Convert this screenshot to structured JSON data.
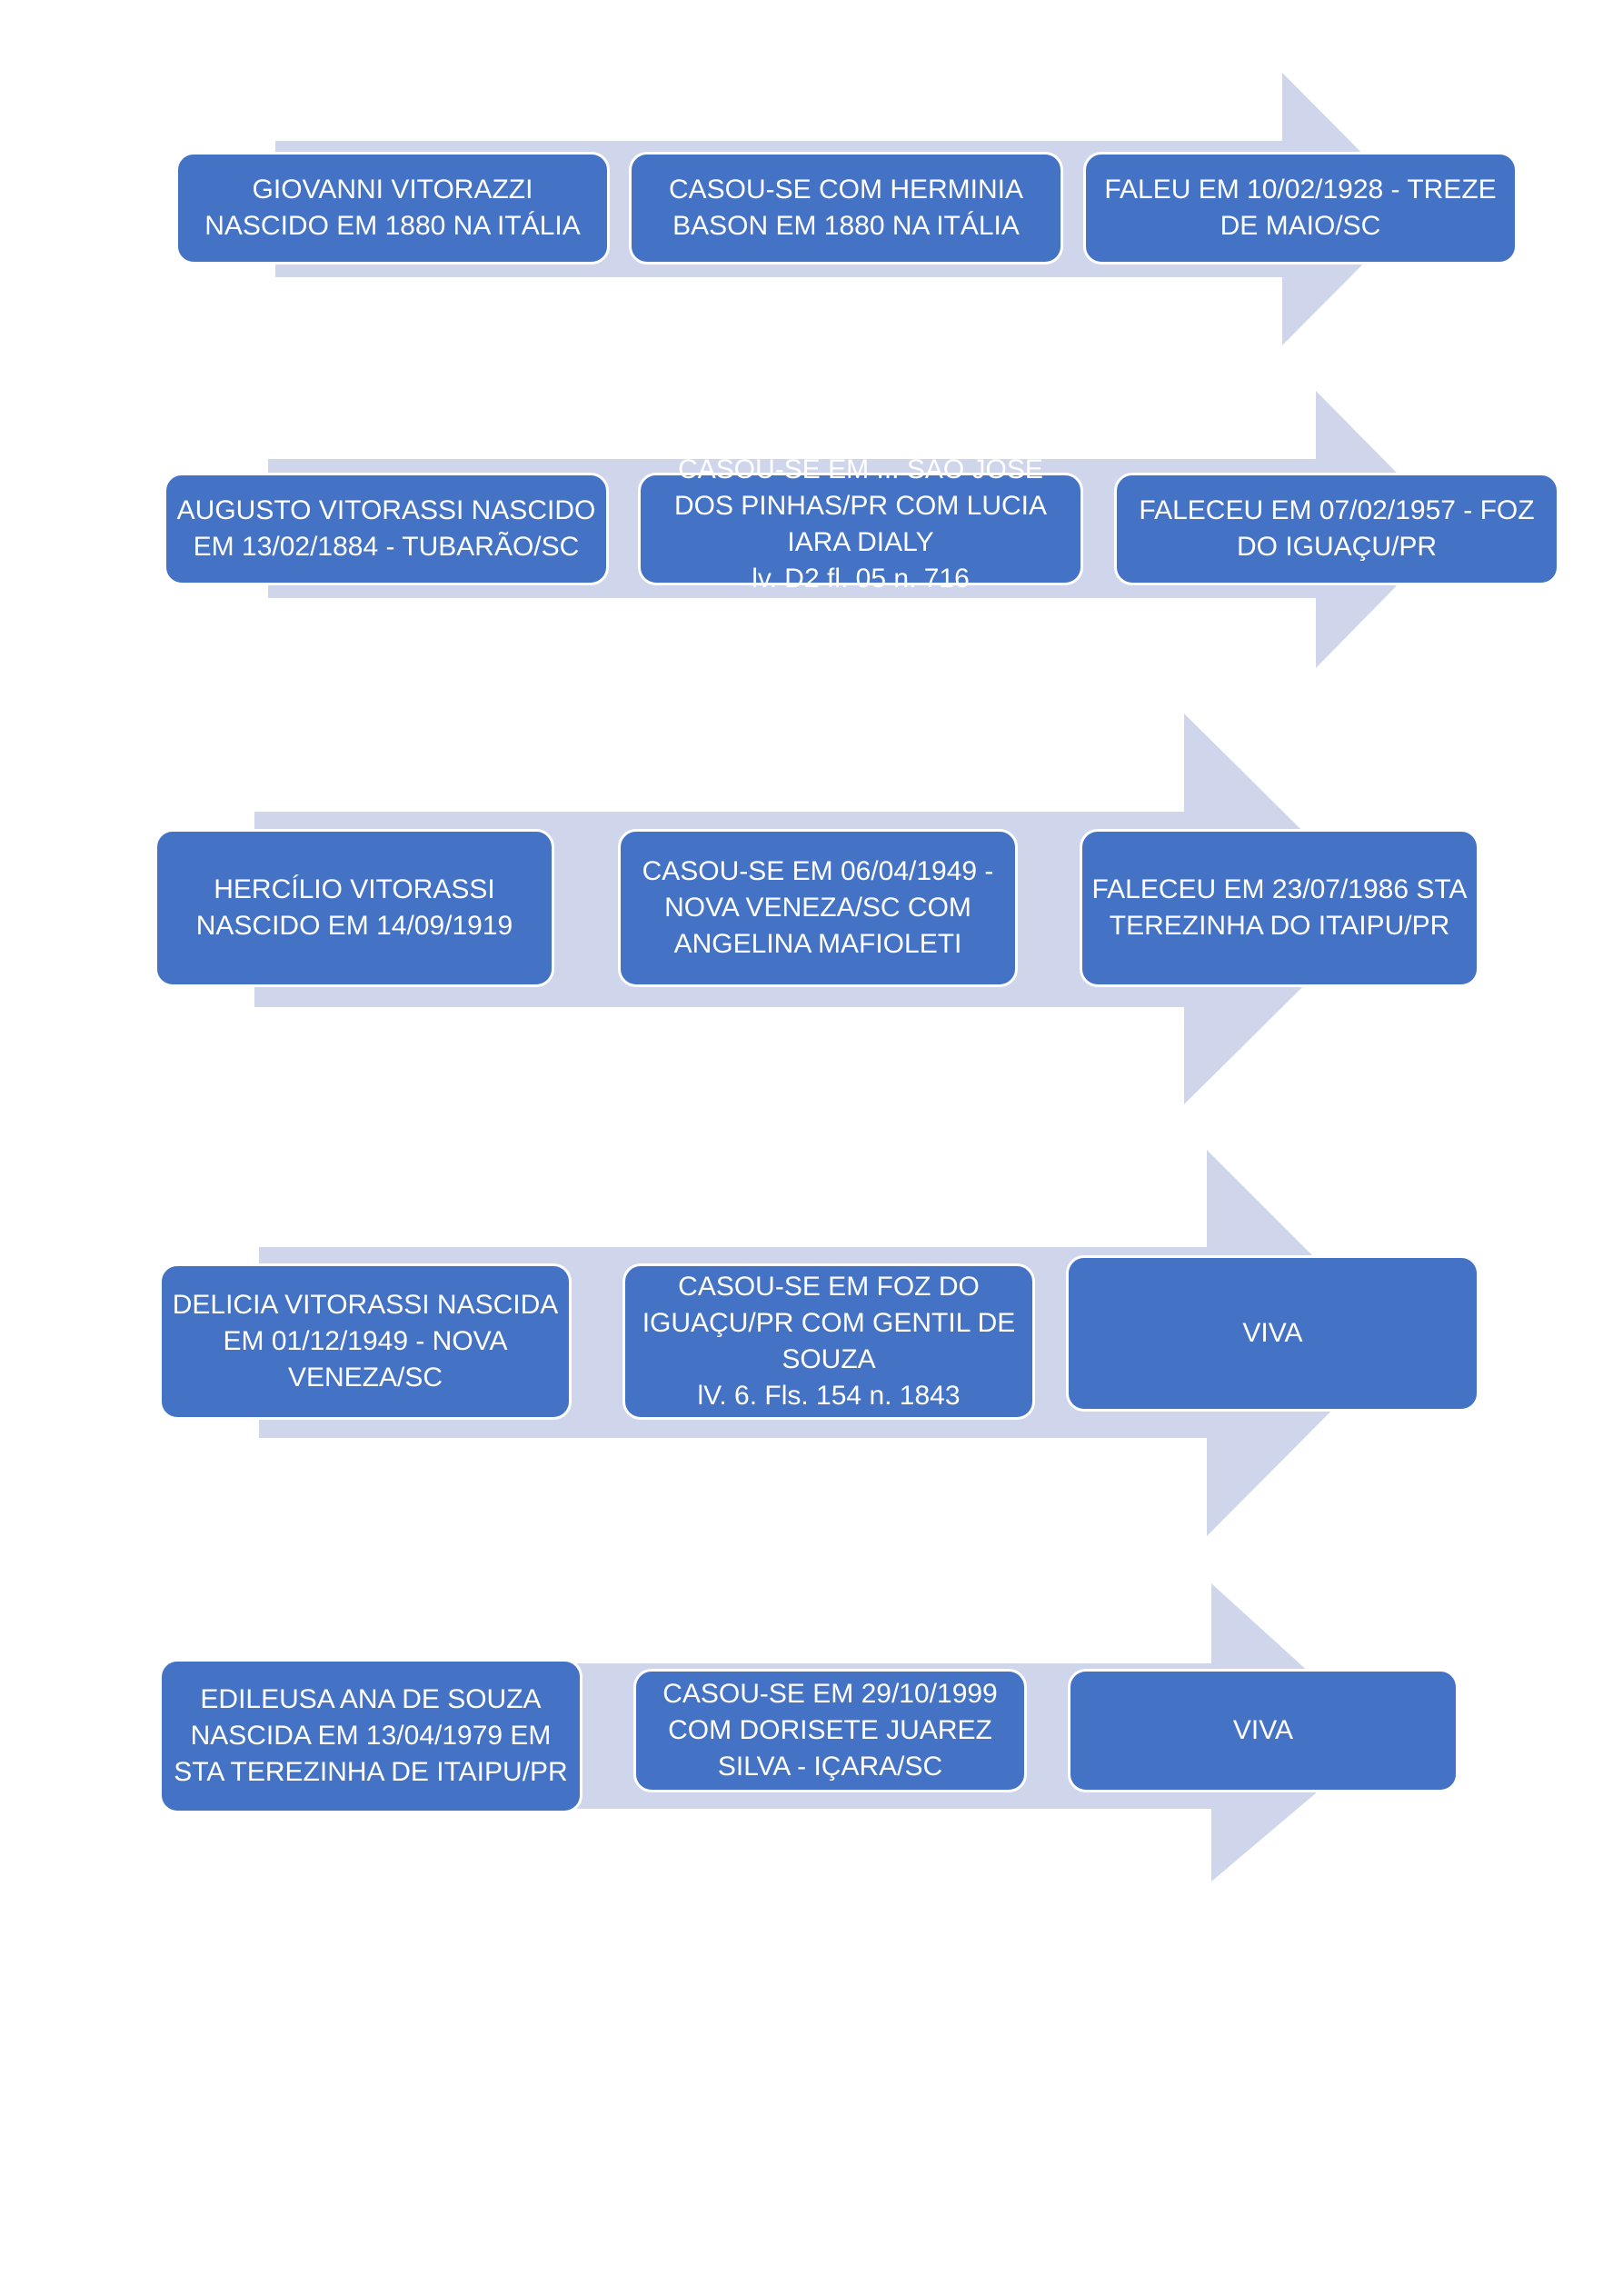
{
  "rows": [
    {
      "birth": "GIOVANNI VITORAZZI NASCIDO EM 1880 NA ITÁLIA",
      "marriage": "CASOU-SE COM HERMINIA BASON EM 1880 NA ITÁLIA",
      "death": "FALEU EM 10/02/1928 - TREZE DE MAIO/SC"
    },
    {
      "birth": "AUGUSTO VITORASSI NASCIDO EM 13/02/1884 - TUBARÃO/SC",
      "marriage": "CASOU-SE EM ... SÃO JOSÉ DOS PINHAS/PR COM LUCIA IARA DIALY\nlv. D2 fl. 05 n. 716",
      "death": "FALECEU EM 07/02/1957 - FOZ DO IGUAÇU/PR"
    },
    {
      "birth": "HERCÍLIO VITORASSI NASCIDO EM 14/09/1919",
      "marriage": "CASOU-SE EM 06/04/1949 - NOVA VENEZA/SC COM ANGELINA MAFIOLETI",
      "death": "FALECEU EM 23/07/1986 STA TEREZINHA DO ITAIPU/PR"
    },
    {
      "birth": "DELICIA VITORASSI NASCIDA EM 01/12/1949 - NOVA VENEZA/SC",
      "marriage": "CASOU-SE EM  FOZ DO IGUAÇU/PR COM GENTIL DE SOUZA\nlV. 6. Fls. 154 n. 1843",
      "death": "VIVA"
    },
    {
      "birth": "EDILEUSA ANA DE SOUZA NASCIDA EM 13/04/1979 EM STA TEREZINHA DE ITAIPU/PR",
      "marriage": "CASOU-SE EM 29/10/1999 COM DORISETE JUAREZ SILVA - IÇARA/SC",
      "death": "VIVA"
    }
  ],
  "colors": {
    "box": "#4472c4",
    "arrow": "#cfd5ea",
    "text": "#ffffff",
    "border": "#ffffff"
  }
}
